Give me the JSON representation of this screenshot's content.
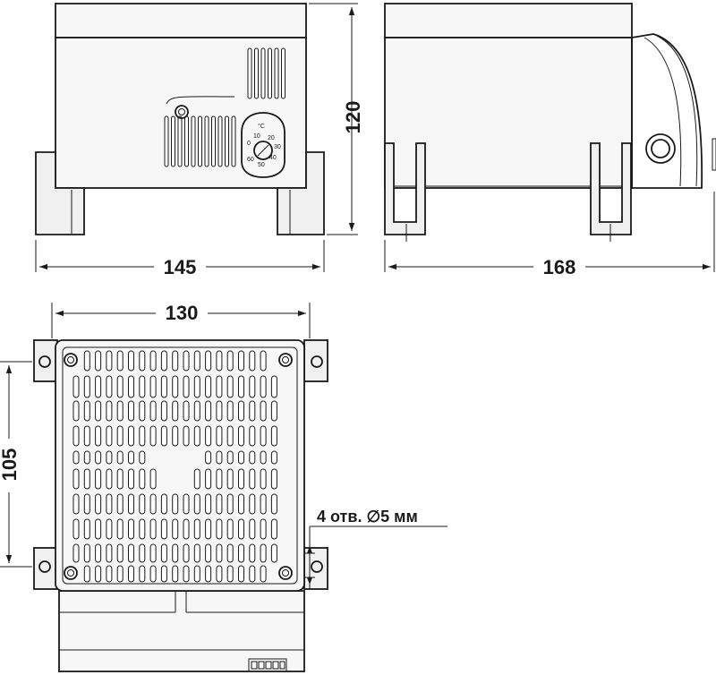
{
  "dimensions": {
    "front_width": "145",
    "height": "120",
    "side_length": "168",
    "top_width": "130",
    "top_depth": "105"
  },
  "hole_note": "4 отв. ∅5 мм",
  "thermostat": {
    "unit": "°C",
    "scale": [
      "0",
      "10",
      "20",
      "30",
      "40",
      "50",
      "60"
    ]
  },
  "colors": {
    "line": "#1a1a1a",
    "fill": "#f7f7f7"
  }
}
